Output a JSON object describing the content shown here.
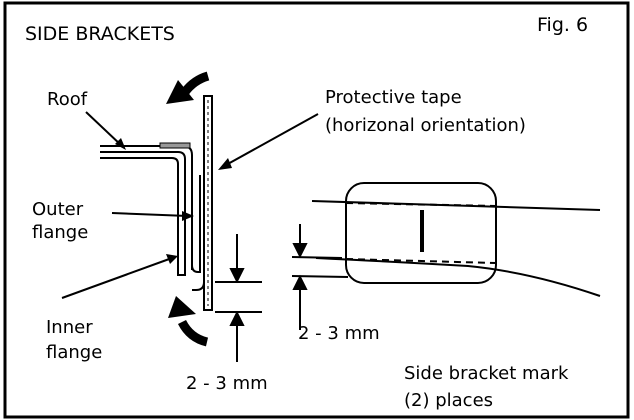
{
  "figure": {
    "title": "SIDE BRACKETS",
    "fig_number": "Fig. 6"
  },
  "labels": {
    "roof": "Roof",
    "protective_tape_line1": "Protective tape",
    "protective_tape_line2": "(horizonal orientation)",
    "outer_flange_line1": "Outer",
    "outer_flange_line2": "flange",
    "inner_flange_line1": "Inner",
    "inner_flange_line2": "flange",
    "gap_left": "2 - 3 mm",
    "gap_right": "2 - 3 mm",
    "mark_line1": "Side bracket mark",
    "mark_line2": "(2) places"
  }
}
